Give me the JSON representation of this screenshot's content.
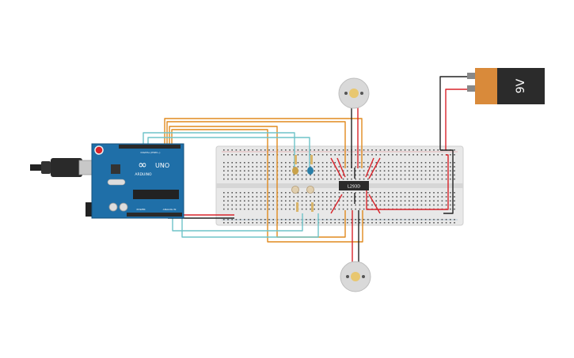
{
  "arduino": {
    "brand": "ARDUINO",
    "model": "UNO",
    "logo_symbol": "∞",
    "digital_header": "DIGITAL (PWM~)",
    "power_header": "POWER",
    "analog_header": "ANALOG IN"
  },
  "battery": {
    "label": "9V",
    "body_color": "#2b2b2b",
    "cap_color": "#d98a3a"
  },
  "ic": {
    "label": "L293D"
  },
  "wires": {
    "orange": "#e08a1e",
    "teal": "#6ec3c9",
    "red": "#d8232a",
    "black": "#222222"
  },
  "board": {
    "color": "#1f6fa8"
  },
  "icons": {
    "usb": "usb-connector-icon",
    "reset": "reset-button-icon",
    "motor": "dc-motor-icon"
  }
}
